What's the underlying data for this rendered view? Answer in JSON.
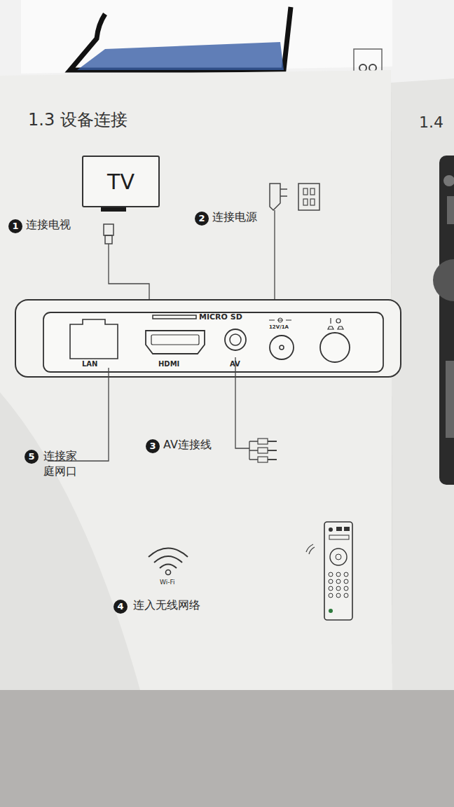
{
  "diagram": {
    "title": "1.3 设备连接",
    "nodes": [
      {
        "text": [
          "TV"
        ]
      }
    ],
    "labels": [
      "1.4",
      "1",
      "连接电视",
      "2",
      "连接电源",
      "MICRO SD",
      "12V/1A",
      "LAN",
      "HDMI",
      "AV",
      "5",
      "连接家庭网口",
      "3",
      "AV连接线",
      "Wi-Fi",
      "4",
      "连入无线网络"
    ]
  }
}
